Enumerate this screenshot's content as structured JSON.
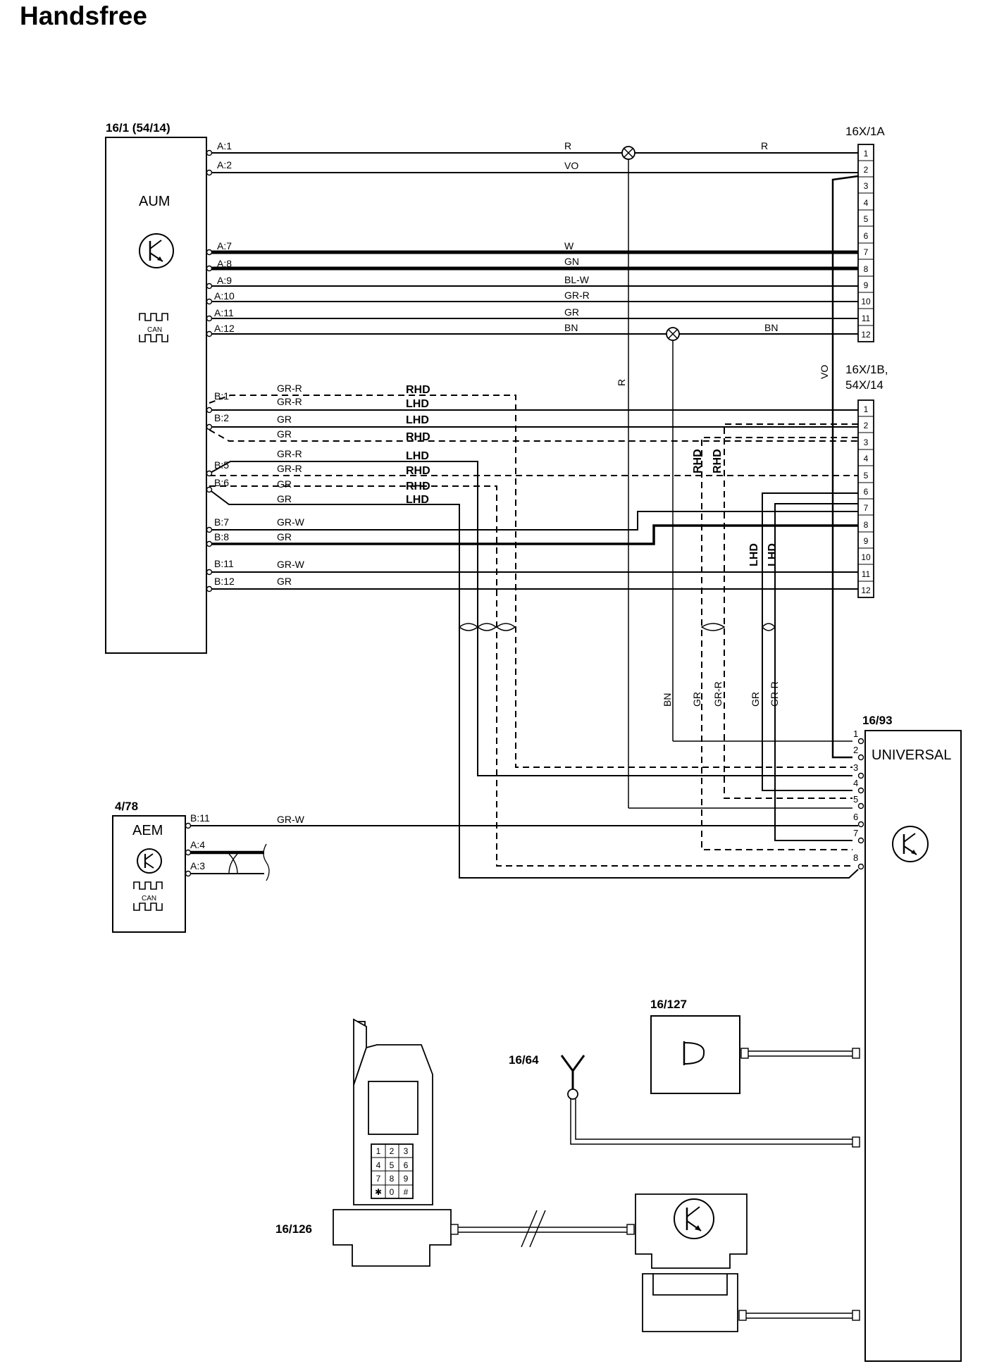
{
  "title": "Handsfree",
  "components": {
    "aum": {
      "ref": "16/1 (54/14)",
      "name": "AUM",
      "can": "CAN"
    },
    "aem": {
      "ref": "4/78",
      "name": "AEM",
      "can": "CAN"
    },
    "universal": {
      "ref": "16/93",
      "name": "UNIVERSAL"
    },
    "c16x1a": {
      "ref": "16X/1A"
    },
    "c16x1b": {
      "ref_line1": "16X/1B,",
      "ref_line2": "54X/14"
    },
    "c16127": {
      "ref": "16/127"
    },
    "c1664": {
      "ref": "16/64"
    },
    "c16126": {
      "ref": "16/126"
    }
  },
  "connector_pins": [
    "1",
    "2",
    "3",
    "4",
    "5",
    "6",
    "7",
    "8",
    "9",
    "10",
    "11",
    "12"
  ],
  "universal_pins": [
    "1",
    "2",
    "3",
    "4",
    "5",
    "6",
    "7",
    "8"
  ],
  "keypad": [
    "1",
    "2",
    "3",
    "4",
    "5",
    "6",
    "7",
    "8",
    "9",
    "✱",
    "0",
    "#"
  ],
  "aum_a_wires": [
    {
      "pin": "A:1",
      "color": "R",
      "color_right": "R"
    },
    {
      "pin": "A:2",
      "color": "VO"
    },
    {
      "pin": "A:7",
      "color": "W"
    },
    {
      "pin": "A:8",
      "color": "GN"
    },
    {
      "pin": "A:9",
      "color": "BL-W"
    },
    {
      "pin": "A:10",
      "color": "GR-R"
    },
    {
      "pin": "A:11",
      "color": "GR"
    },
    {
      "pin": "A:12",
      "color": "BN",
      "color_right": "BN"
    }
  ],
  "aum_b_pins": [
    "B:1",
    "B:2",
    "B:5",
    "B:6",
    "B:7",
    "B:8",
    "B:11",
    "B:12"
  ],
  "aum_b_labels": [
    {
      "color": "GR-R",
      "variant": "RHD"
    },
    {
      "color": "GR-R",
      "variant": "LHD"
    },
    {
      "color": "GR",
      "variant": "LHD"
    },
    {
      "color": "GR",
      "variant": "RHD"
    },
    {
      "color": "GR-R",
      "variant": "LHD"
    },
    {
      "color": "GR-R",
      "variant": "RHD"
    },
    {
      "color": "GR",
      "variant": "RHD"
    },
    {
      "color": "GR",
      "variant": "LHD"
    },
    {
      "color": "GR-W"
    },
    {
      "color": "GR"
    },
    {
      "color": "GR-W"
    },
    {
      "color": "GR"
    }
  ],
  "vertical_labels": [
    "R",
    "VO",
    "RHD",
    "RHD",
    "LHD",
    "LHD",
    "BN",
    "GR",
    "GR-R",
    "GR",
    "GR-R"
  ],
  "aem_wires": [
    {
      "pin": "B:11",
      "color": "GR-W"
    },
    {
      "pin": "A:4"
    },
    {
      "pin": "A:3"
    }
  ]
}
